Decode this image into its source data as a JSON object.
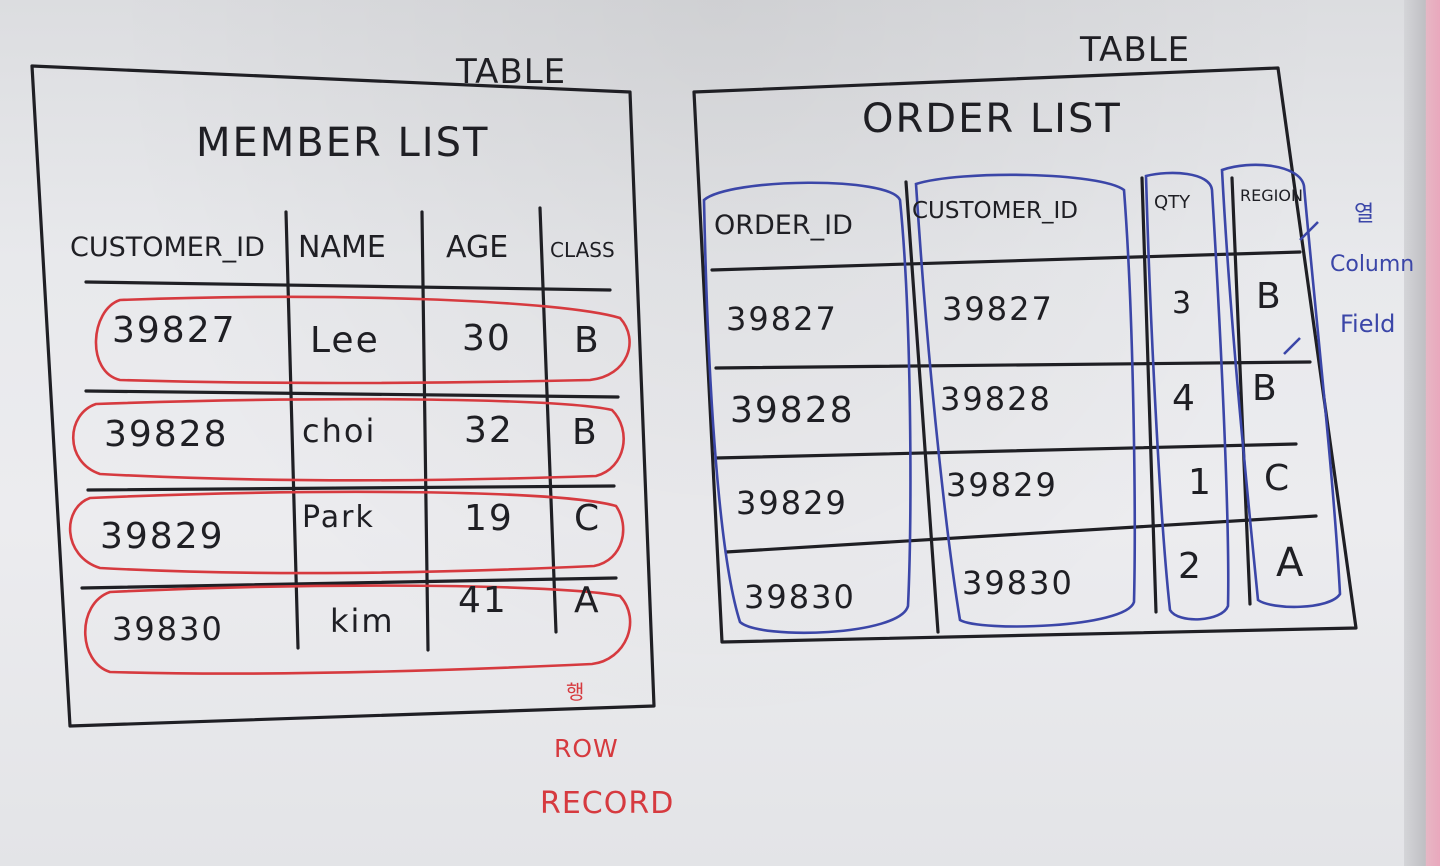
{
  "member_table": {
    "type_label": "TABLE",
    "title": "MEMBER LIST",
    "headers": [
      "CUSTOMER_ID",
      "NAME",
      "AGE",
      "CLASS"
    ],
    "rows": [
      [
        "39827",
        "Lee",
        "30",
        "B"
      ],
      [
        "39828",
        "choi",
        "32",
        "B"
      ],
      [
        "39829",
        "Park",
        "19",
        "C"
      ],
      [
        "39830",
        "kim",
        "41",
        "A"
      ]
    ]
  },
  "order_table": {
    "type_label": "TABLE",
    "title": "ORDER LIST",
    "headers": [
      "ORDER_ID",
      "CUSTOMER_ID",
      "QTY",
      "REGION"
    ],
    "rows": [
      [
        "39827",
        "39827",
        "3",
        "B"
      ],
      [
        "39828",
        "39828",
        "4",
        "B"
      ],
      [
        "39829",
        "39829",
        "1",
        "C"
      ],
      [
        "39830",
        "39830",
        "2",
        "A"
      ]
    ]
  },
  "annotations": {
    "row_korean": "행",
    "row_en": "ROW",
    "record": "RECORD",
    "column_korean": "열",
    "column_en": "Column",
    "field": "Field"
  },
  "colors": {
    "ink": "#1f1f24",
    "row_marker": "#d63a3f",
    "column_marker": "#3b46a8",
    "paper": "#e8e9ec"
  }
}
